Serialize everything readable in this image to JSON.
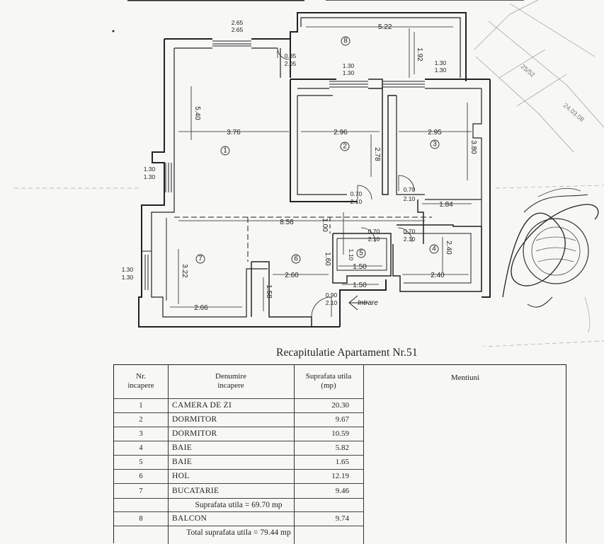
{
  "plan": {
    "dimensions": {
      "balcony_top": "5.22",
      "window_top_a": "2.65",
      "window_top_b": "2.65",
      "door_ls_a": "0.85",
      "door_ls_b": "2.05",
      "win_bed_a": "1.30",
      "win_bed_b": "1.30",
      "win_bed2_a": "1.30",
      "win_bed2_b": "1.30",
      "balcony_depth": "1.92",
      "living_height": "5.40",
      "living_width": "3.76",
      "bed2_width": "2.96",
      "bed2_height": "2.78",
      "bed3_width": "2.95",
      "bed3_height": "3.80",
      "win_left_a": "1.30",
      "win_left_b": "1.30",
      "door2_a": "0.70",
      "door2_b": "2.10",
      "door3_a": "0.70",
      "door3_b": "2.10",
      "corr_width": "1.84",
      "total_width": "8.56",
      "hall_vert": "1.00",
      "door5_a": "0.70",
      "door5_b": "2.10",
      "door4_a": "0.70",
      "door4_b": "2.10",
      "bath4_height": "2.40",
      "kitchen_height": "3.22",
      "hall_width": "2.60",
      "hall_h": "1.60",
      "bath5_w": "1.50",
      "bath5_h": "1.10",
      "bath4_width": "2.40",
      "entry_w": "1.50",
      "hall_dep": "1.58",
      "kitchen_width": "2.66",
      "win_kitchen_a": "1.30",
      "win_kitchen_b": "1.30",
      "entry_door_a": "0.90",
      "entry_door_b": "2.10"
    },
    "room_numbers": [
      "1",
      "2",
      "3",
      "4",
      "5",
      "6",
      "7",
      "8"
    ],
    "entry_label": "Intrare",
    "stamp_text": [
      "25/52",
      "24.03.08"
    ]
  },
  "summary": {
    "title": "Recapitulatie Apartament Nr.51",
    "headers": {
      "nr": [
        "Nr.",
        "incapere"
      ],
      "name": [
        "Denumire",
        "incapere"
      ],
      "area": [
        "Suprafata utila",
        "(mp)"
      ],
      "notes": "Mentiuni"
    },
    "rows": [
      {
        "nr": "1",
        "name": "CAMERA DE ZI",
        "area": "20.30"
      },
      {
        "nr": "2",
        "name": "DORMITOR",
        "area": "9.67"
      },
      {
        "nr": "3",
        "name": "DORMITOR",
        "area": "10.59"
      },
      {
        "nr": "4",
        "name": "BAIE",
        "area": "5.82"
      },
      {
        "nr": "5",
        "name": "BAIE",
        "area": "1.65"
      },
      {
        "nr": "6",
        "name": "HOL",
        "area": "12.19"
      },
      {
        "nr": "7",
        "name": "BUCATARIE",
        "area": "9.46"
      }
    ],
    "subtotal": "Suprafata utila = 69.70 mp",
    "balcony": {
      "nr": "8",
      "name": "BALCON",
      "area": "9.74"
    },
    "total": "Total suprafata utila = 79.44 mp"
  }
}
